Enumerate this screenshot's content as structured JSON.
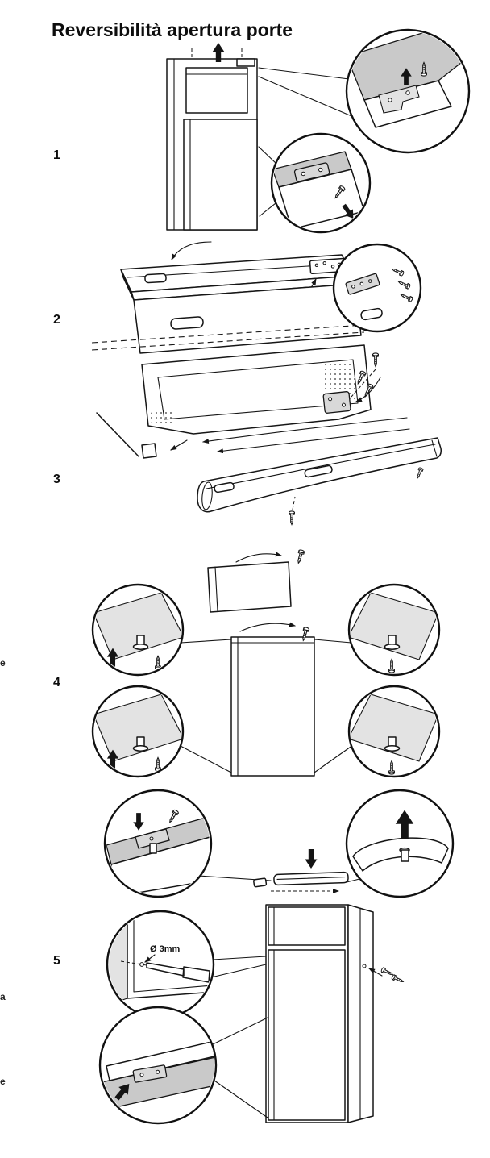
{
  "page": {
    "title": "Reversibilità apertura porte"
  },
  "steps": [
    {
      "label": "1"
    },
    {
      "label": "2"
    },
    {
      "label": "3"
    },
    {
      "label": "4"
    },
    {
      "label": "5"
    }
  ],
  "annotations": {
    "drill_diameter": "Ø 3mm"
  },
  "margin_fragments": [
    {
      "text": "e"
    },
    {
      "text": "a"
    },
    {
      "text": "e"
    }
  ],
  "colors": {
    "ink": "#161616",
    "shade": "#c9c9c9",
    "paper": "#ffffff"
  }
}
